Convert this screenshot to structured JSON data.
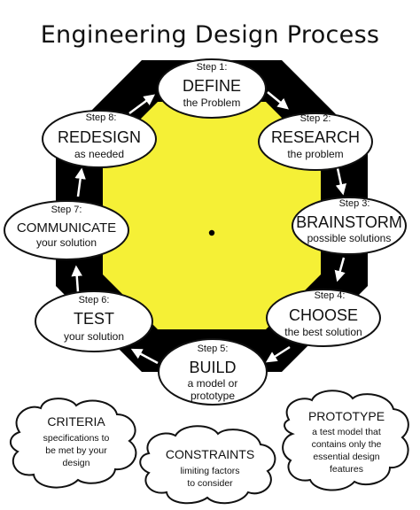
{
  "title": "Engineering Design Process",
  "steps": [
    {
      "label": "Step 1:",
      "name": "DEFINE",
      "desc": [
        "the Problem"
      ]
    },
    {
      "label": "Step 2:",
      "name": "RESEARCH",
      "desc": [
        "the problem"
      ]
    },
    {
      "label": "Step 3:",
      "name": "BRAINSTORM",
      "desc": [
        "possible solutions"
      ]
    },
    {
      "label": "Step 4:",
      "name": "CHOOSE",
      "desc": [
        "the best solution"
      ]
    },
    {
      "label": "Step 5:",
      "name": "BUILD",
      "desc": [
        "a model or",
        "prototype"
      ]
    },
    {
      "label": "Step 6:",
      "name": "TEST",
      "desc": [
        "your solution"
      ]
    },
    {
      "label": "Step 7:",
      "name": "COMMUNICATE",
      "desc": [
        "your solution"
      ]
    },
    {
      "label": "Step 8:",
      "name": "REDESIGN",
      "desc": [
        "as needed"
      ]
    }
  ],
  "clouds": [
    {
      "title": "CRITERIA",
      "desc": [
        "specifications to",
        "be met by your",
        "design"
      ]
    },
    {
      "title": "CONSTRAINTS",
      "desc": [
        "limiting factors",
        "to consider"
      ]
    },
    {
      "title": "PROTOTYPE",
      "desc": [
        "a test model that",
        "contains only the",
        "essential design",
        "features"
      ]
    }
  ],
  "colors": {
    "center": "#f5f036",
    "ring": "#000000",
    "node_fill": "#ffffff",
    "node_stroke": "#111111"
  }
}
